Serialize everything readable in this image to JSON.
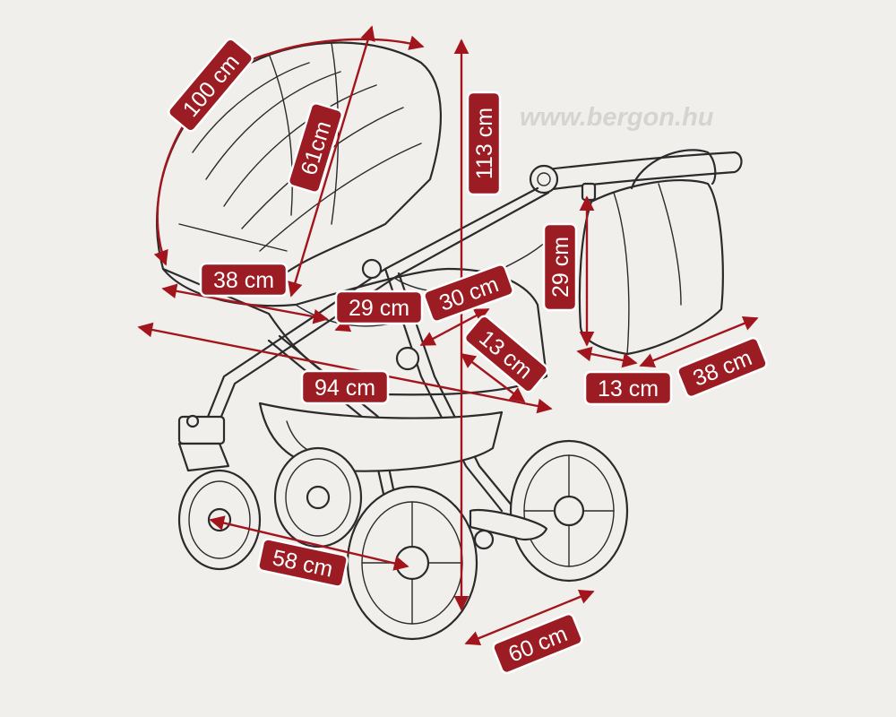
{
  "watermark": "www.bergon.hu",
  "colors": {
    "background": "#f1efec",
    "dimension_red": "#9b1c22",
    "outline": "#2b2b2b",
    "label_text": "#ffffff"
  },
  "dimensions": {
    "canopy_arc": "100 cm",
    "canopy_depth": "61cm",
    "total_height": "113 cm",
    "carrycot_length": "38 cm",
    "seat_width": "29 cm",
    "seat_depth": "30 cm",
    "footrest": "13 cm",
    "total_length": "94 cm",
    "bag_height": "29 cm",
    "bag_depth": "13 cm",
    "bag_width": "38 cm",
    "wheelbase": "58 cm",
    "track_width": "60 cm"
  }
}
